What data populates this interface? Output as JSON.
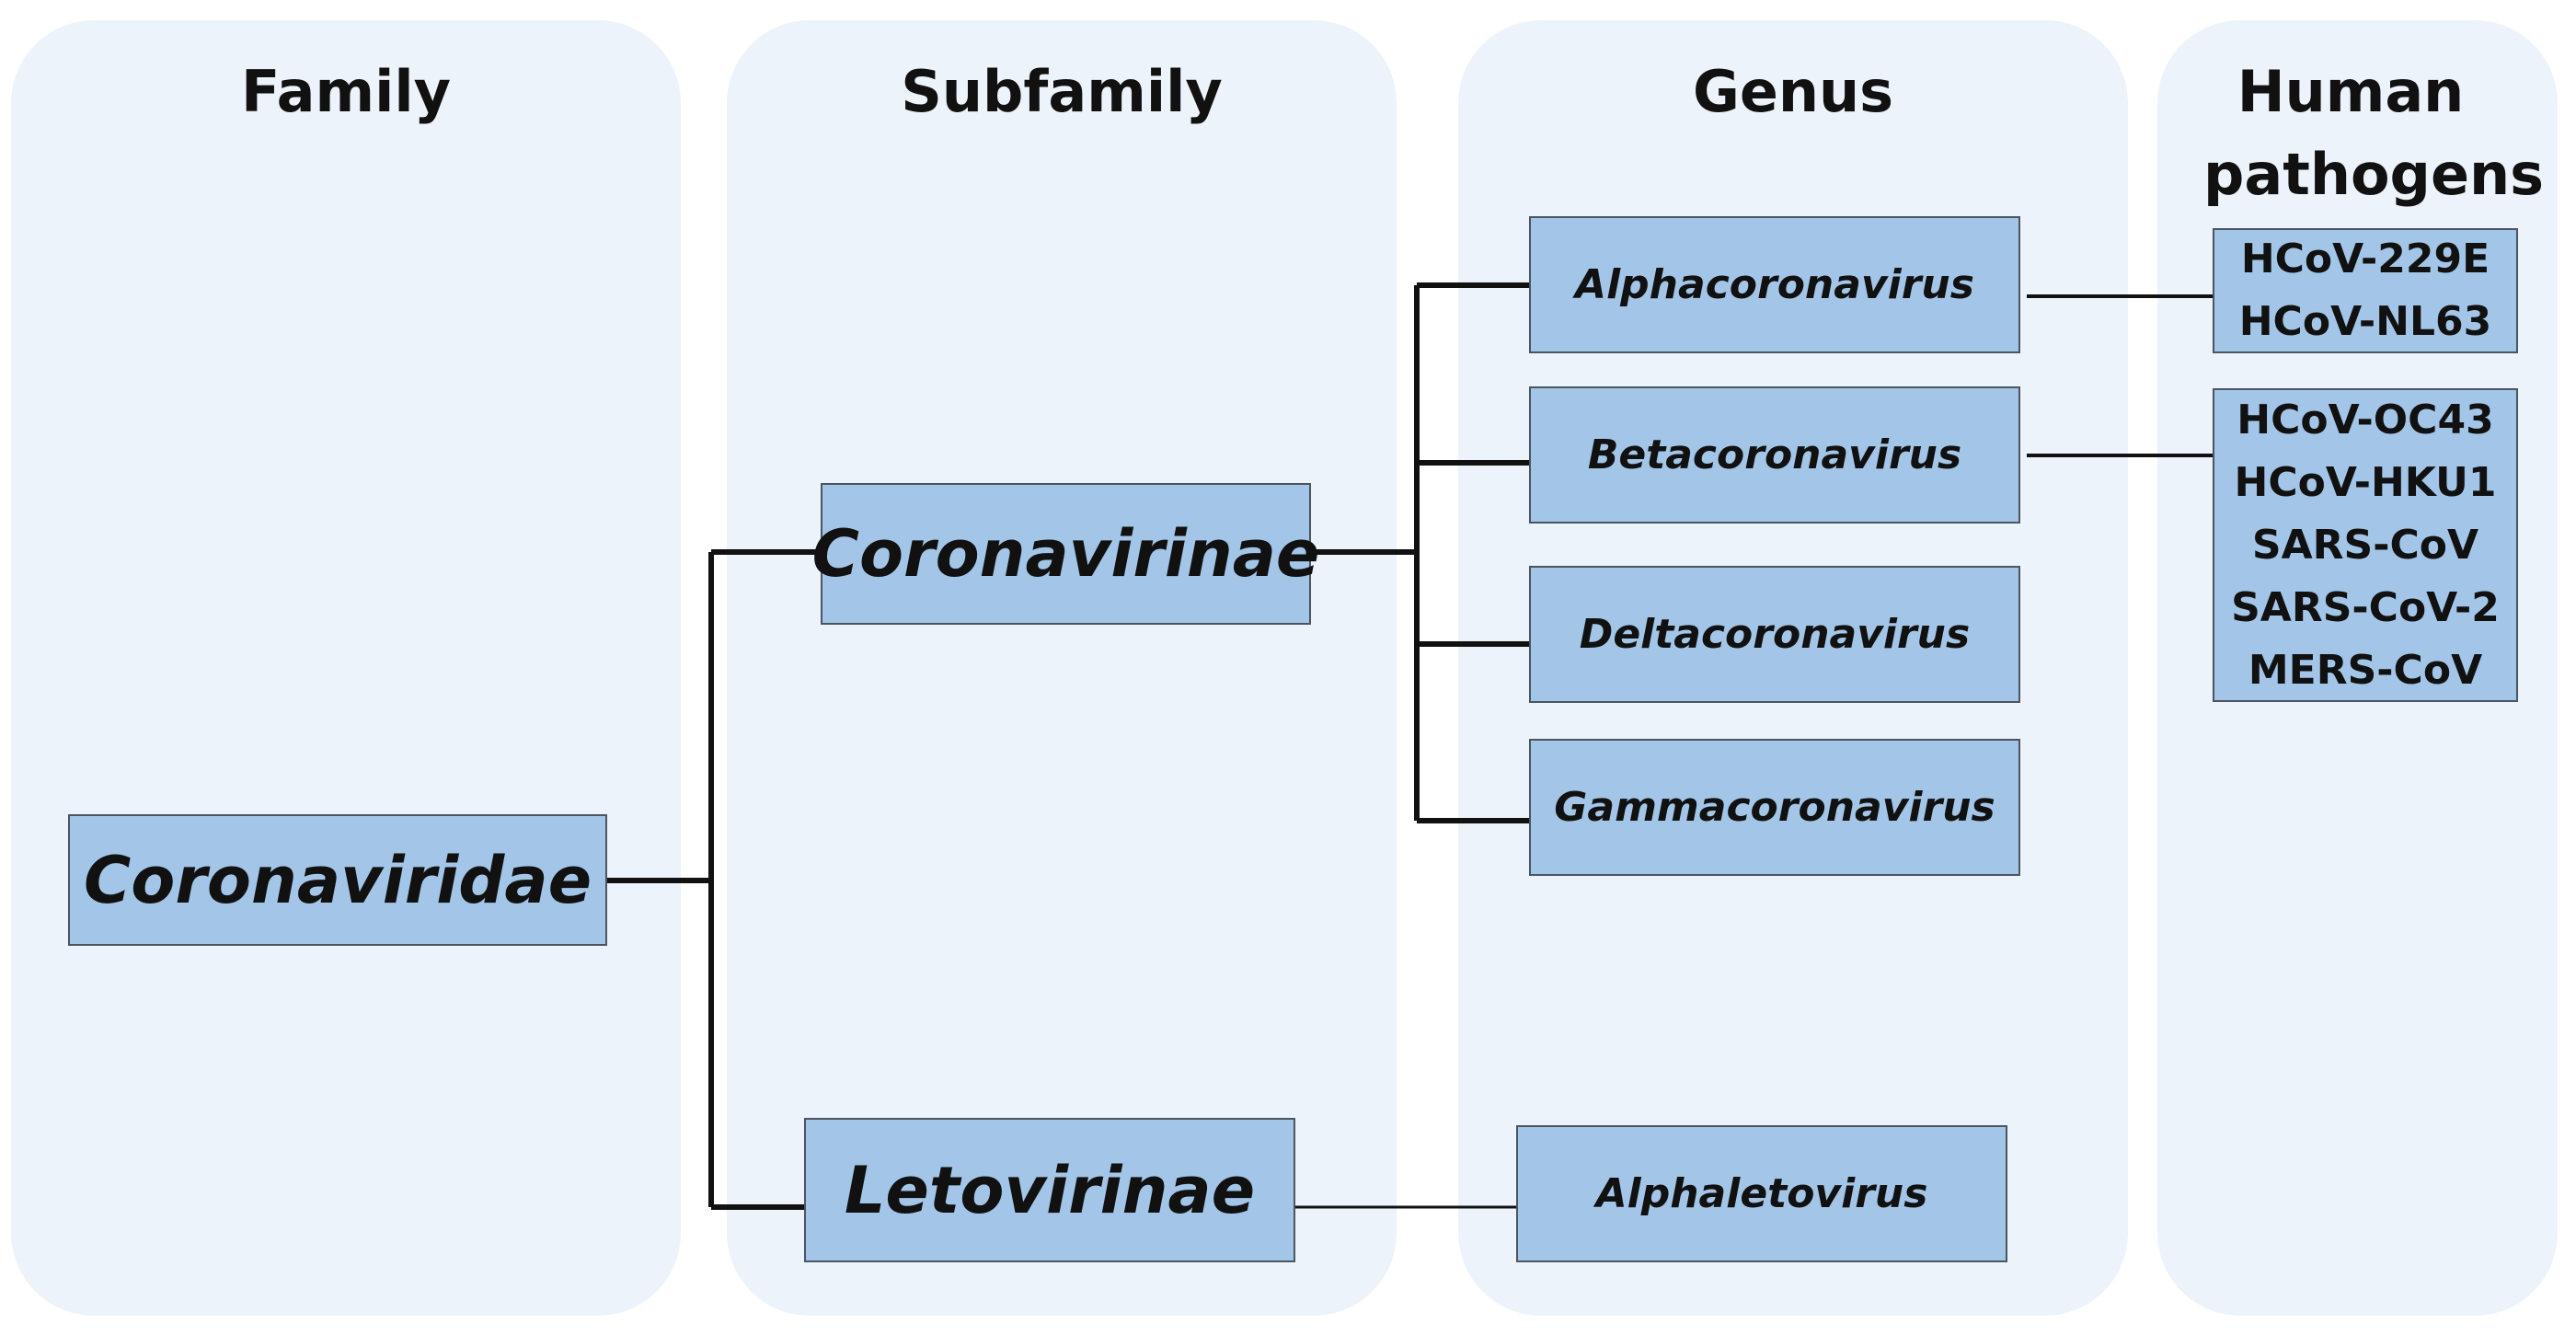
{
  "columns": {
    "family": "Family",
    "subfamily": "Subfamily",
    "genus": "Genus",
    "human_pathogens_line1": "Human",
    "human_pathogens_line2": "pathogens"
  },
  "family": {
    "name": "Coronaviridae"
  },
  "subfamilies": [
    {
      "name": "Coronavirinae"
    },
    {
      "name": "Letovirinae"
    }
  ],
  "genera": [
    {
      "name": "Alphacoronavirus"
    },
    {
      "name": "Betacoronavirus"
    },
    {
      "name": "Deltacoronavirus"
    },
    {
      "name": "Gammacoronavirus"
    },
    {
      "name": "Alphaletovirus"
    }
  ],
  "pathogens": {
    "alpha": [
      "HCoV-229E",
      "HCoV-NL63"
    ],
    "beta": [
      "HCoV-OC43",
      "HCoV-HKU1",
      "SARS-CoV",
      "SARS-CoV-2",
      "MERS-CoV"
    ]
  },
  "colors": {
    "column_background": "#edf3fa",
    "node_fill": "#a3c6e8",
    "node_border": "#4a5560",
    "connector": "#111111"
  }
}
